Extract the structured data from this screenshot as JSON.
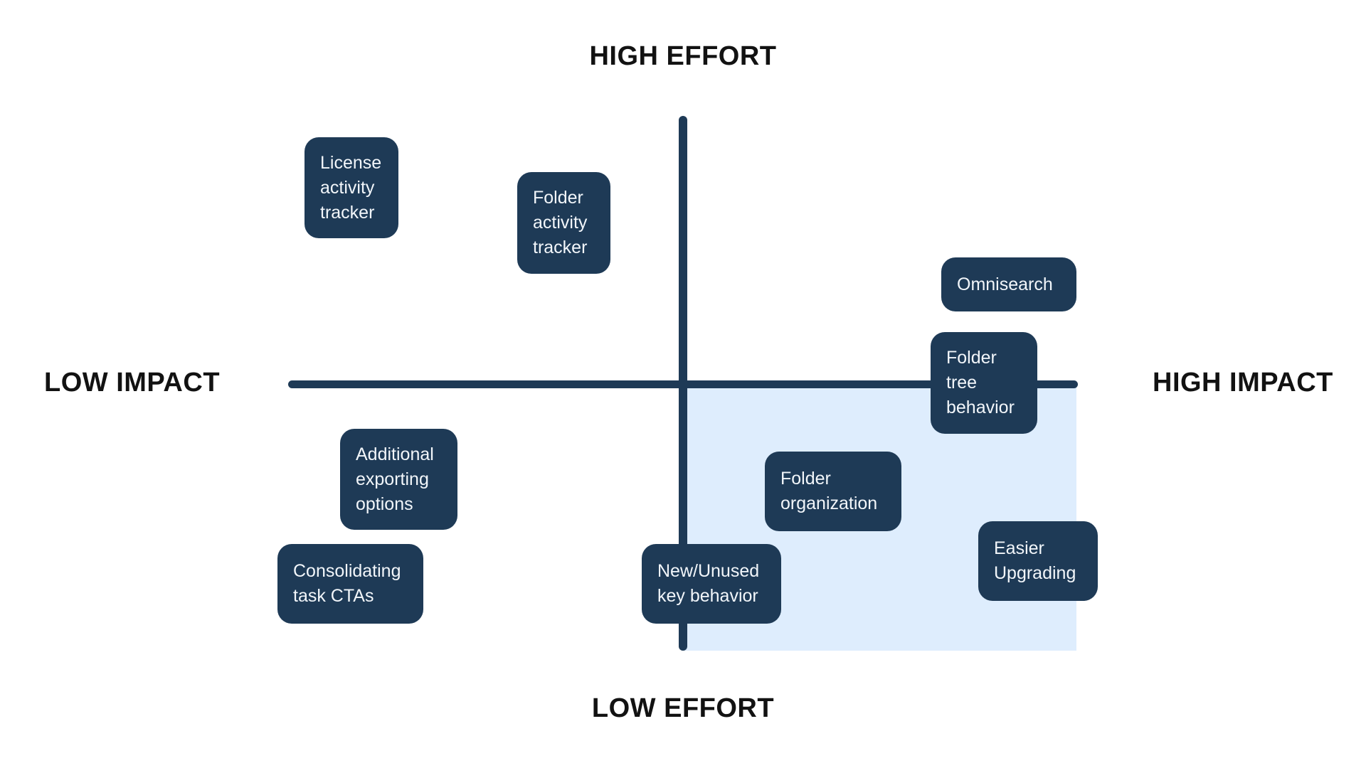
{
  "diagram": {
    "type": "impact-effort-matrix",
    "axis_labels": {
      "top": "HIGH EFFORT",
      "bottom": "LOW EFFORT",
      "left": "LOW IMPACT",
      "right": "HIGH IMPACT"
    },
    "highlighted_quadrant": "low-effort-high-impact",
    "colors": {
      "navy": "#1e3a56",
      "highlight": "#deedfd",
      "label": "#121212",
      "box_text": "#f2f6fa",
      "background": "#ffffff"
    },
    "items": [
      {
        "label": "License activity tracker",
        "effort": "high",
        "impact": "low",
        "highlighted": false
      },
      {
        "label": "Folder activity tracker",
        "effort": "high",
        "impact": "low",
        "highlighted": false
      },
      {
        "label": "Omnisearch",
        "effort": "high",
        "impact": "high",
        "highlighted": false
      },
      {
        "label": "Folder tree behavior",
        "effort": "medium",
        "impact": "high",
        "highlighted": false
      },
      {
        "label": "Additional exporting options",
        "effort": "low",
        "impact": "low",
        "highlighted": false
      },
      {
        "label": "Consolidating task CTAs",
        "effort": "low",
        "impact": "low",
        "highlighted": false
      },
      {
        "label": "New/Unused key behavior",
        "effort": "low",
        "impact": "medium",
        "highlighted": false
      },
      {
        "label": "Folder organization",
        "effort": "low",
        "impact": "high",
        "highlighted": true
      },
      {
        "label": "Easier Upgrading",
        "effort": "low",
        "impact": "high",
        "highlighted": true
      }
    ]
  }
}
